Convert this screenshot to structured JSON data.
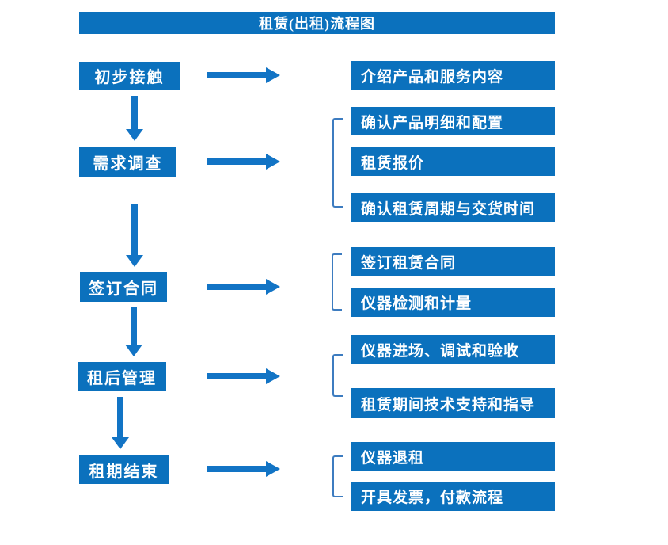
{
  "title": "租赁(出租)流程图",
  "colors": {
    "primary": "#0b71bd",
    "arrow": "#1274c5",
    "bracket": "#3d7cc0",
    "text_on_primary": "#ffffff",
    "background": "#ffffff"
  },
  "stages": [
    {
      "label": "初步接触",
      "outputs": [
        "介绍产品和服务内容"
      ]
    },
    {
      "label": "需求调查",
      "outputs": [
        "确认产品明细和配置",
        "租赁报价",
        "确认租赁周期与交货时间"
      ]
    },
    {
      "label": "签订合同",
      "outputs": [
        "签订租赁合同",
        "仪器检测和计量"
      ]
    },
    {
      "label": "租后管理",
      "outputs": [
        "仪器进场、调试和验收",
        "租赁期间技术支持和指导"
      ]
    },
    {
      "label": "租期结束",
      "outputs": [
        "仪器退租",
        "开具发票，付款流程"
      ]
    }
  ]
}
